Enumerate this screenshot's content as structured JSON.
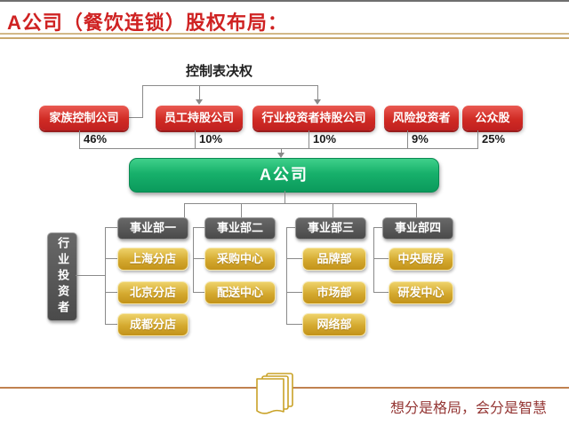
{
  "slide": {
    "title": "A公司（餐饮连锁）股权布局：",
    "footer_text": "想分是格局，会分是智慧"
  },
  "chart": {
    "voting_rights_label": "控制表决权",
    "company": {
      "label": "A公司"
    },
    "shareholders": [
      {
        "label": "家族控制公司",
        "share": "46%"
      },
      {
        "label": "员工持股公司",
        "share": "10%"
      },
      {
        "label": "行业投资者持股公司",
        "share": "10%"
      },
      {
        "label": "风险投资者",
        "share": "9%"
      },
      {
        "label": "公众股",
        "share": "25%"
      }
    ],
    "side_investor": {
      "label": "行业投资者"
    },
    "divisions": [
      {
        "label": "事业部一",
        "children": [
          "上海分店",
          "北京分店",
          "成都分店"
        ]
      },
      {
        "label": "事业部二",
        "children": [
          "采购中心",
          "配送中心"
        ]
      },
      {
        "label": "事业部三",
        "children": [
          "品牌部",
          "市场部",
          "网络部"
        ]
      },
      {
        "label": "事业部四",
        "children": [
          "中央厨房",
          "研发中心"
        ]
      }
    ]
  },
  "icons": {
    "footer_icon": "stacked-pages-icon"
  },
  "colors": {
    "title_red": "#cf2222",
    "connector_gray": "#8a8a8a",
    "rule_tan": "#c0814f",
    "underline_tan": "#c9a96e",
    "footer_maroon": "#943634",
    "text_dark": "#1a1a1a"
  }
}
